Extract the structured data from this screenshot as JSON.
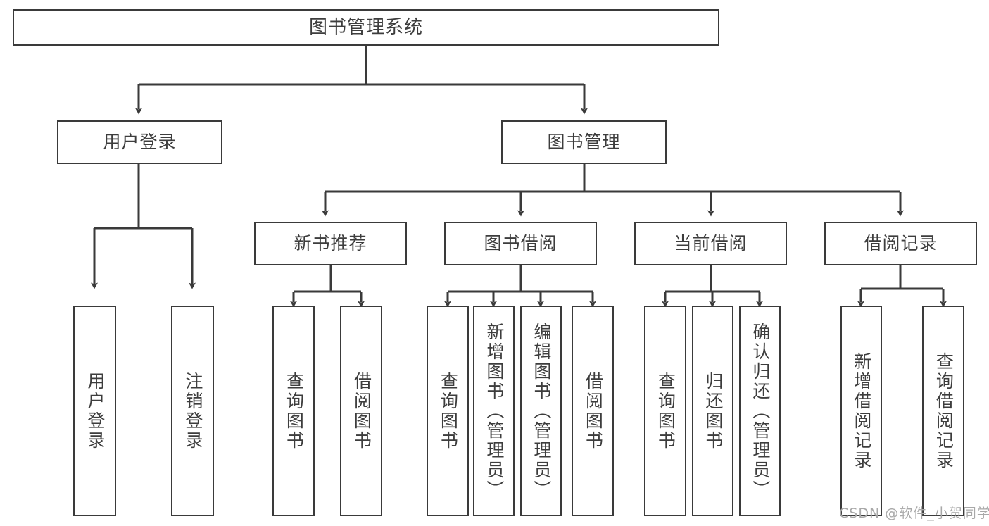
{
  "diagram": {
    "title": "图书管理系统",
    "type": "tree",
    "root": {
      "id": "root",
      "label": "图书管理系统"
    },
    "level2": [
      {
        "id": "user-login",
        "label": "用户登录"
      },
      {
        "id": "book-manage",
        "label": "图书管理"
      }
    ],
    "level3": [
      {
        "id": "new-book-recommend",
        "label": "新书推荐",
        "parent": "book-manage"
      },
      {
        "id": "book-borrow",
        "label": "图书借阅",
        "parent": "book-manage"
      },
      {
        "id": "current-borrow",
        "label": "当前借阅",
        "parent": "book-manage"
      },
      {
        "id": "borrow-record",
        "label": "借阅记录",
        "parent": "book-manage"
      }
    ],
    "leaves": {
      "user_login": [
        {
          "id": "leaf-user-login",
          "label": "用户登录"
        },
        {
          "id": "leaf-logout",
          "label": "注销登录"
        }
      ],
      "new_book_recommend": [
        {
          "id": "leaf-query-book-1",
          "label": "查询图书"
        },
        {
          "id": "leaf-borrow-book-1",
          "label": "借阅图书"
        }
      ],
      "book_borrow": [
        {
          "id": "leaf-query-book-2",
          "label": "查询图书"
        },
        {
          "id": "leaf-add-book",
          "label": "新增图书（管理员）"
        },
        {
          "id": "leaf-edit-book",
          "label": "编辑图书（管理员）"
        },
        {
          "id": "leaf-borrow-book-2",
          "label": "借阅图书"
        }
      ],
      "current_borrow": [
        {
          "id": "leaf-query-book-3",
          "label": "查询图书"
        },
        {
          "id": "leaf-return-book",
          "label": "归还图书"
        },
        {
          "id": "leaf-confirm-return",
          "label": "确认归还（管理员）"
        }
      ],
      "borrow_record": [
        {
          "id": "leaf-add-record",
          "label": "新增借阅记录"
        },
        {
          "id": "leaf-query-record",
          "label": "查询借阅记录"
        }
      ]
    }
  },
  "watermark": {
    "text": "CSDN @软件_小贺同学"
  },
  "colors": {
    "border": "#3a3a3a",
    "text": "#3d3d3d",
    "background": "#ffffff",
    "watermark": "#a8a8a8"
  }
}
